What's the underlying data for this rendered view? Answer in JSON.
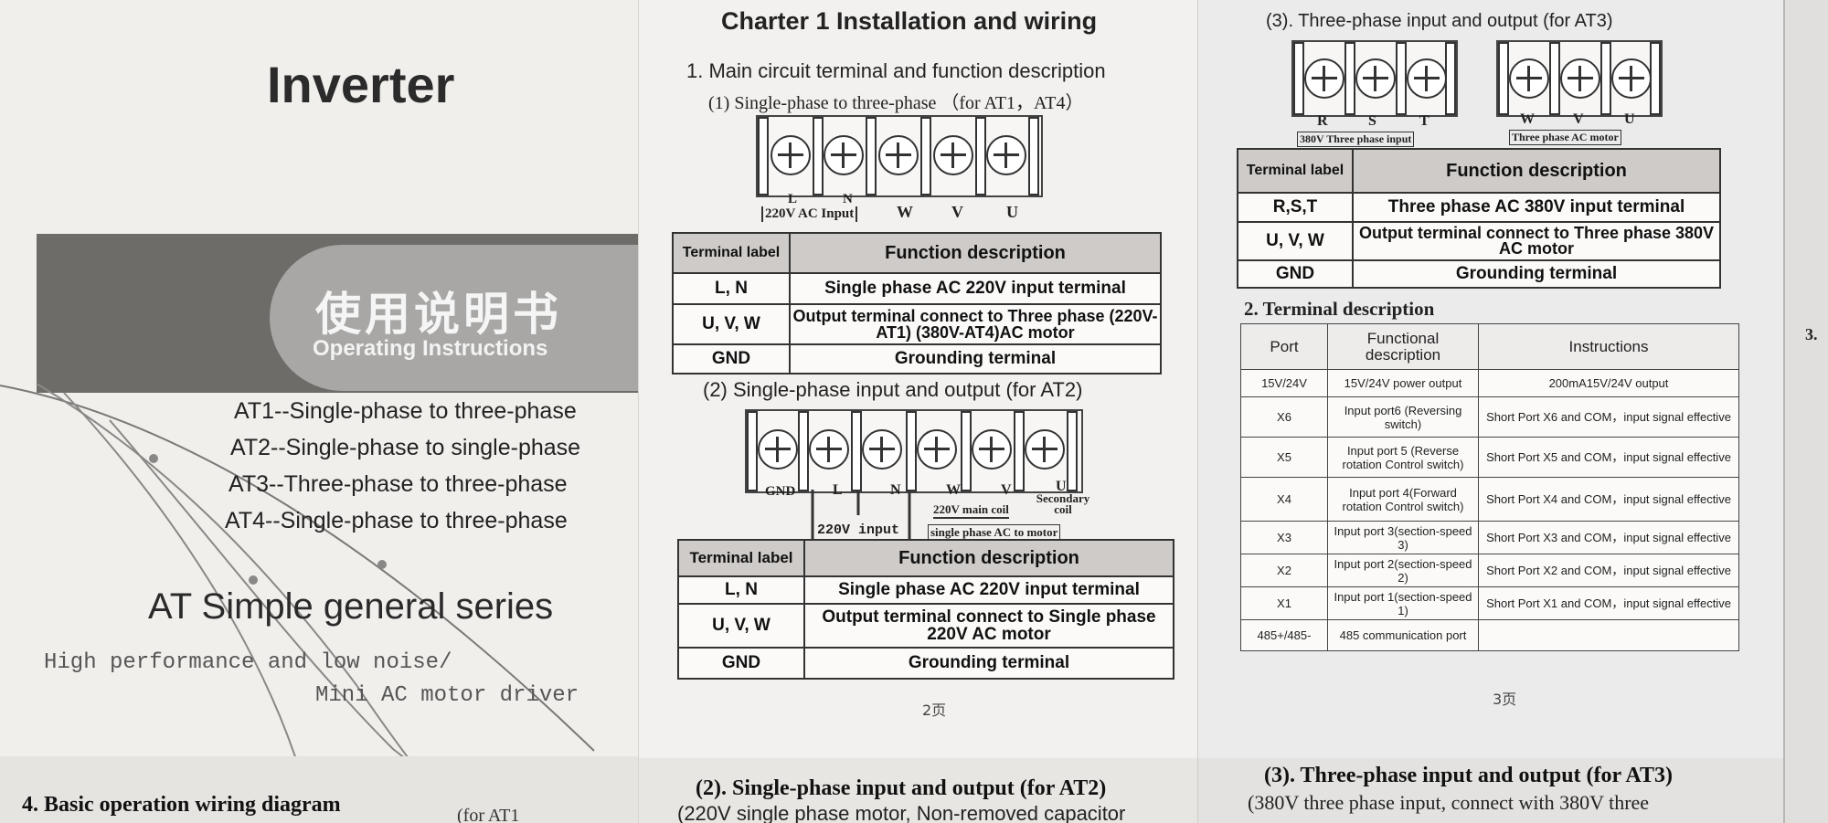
{
  "cover": {
    "title": "Inverter",
    "chinese_title": "使用说明书",
    "subtitle": "Operating Instructions",
    "models": [
      "AT1--Single-phase to three-phase",
      "AT2--Single-phase to single-phase",
      "AT3--Three-phase to three-phase",
      "AT4--Single-phase to three-phase"
    ],
    "series": "AT Simple general series",
    "tagline1": "High performance and low noise/",
    "tagline2": "Mini AC motor driver",
    "bottom_heading": "4. Basic operation wiring diagram",
    "bottom_cut": "(for AT1"
  },
  "mid": {
    "chapter": "Charter 1 Installation and wiring",
    "section1": "1. Main circuit terminal and function description",
    "sub1": "(1) Single-phase to three-phase （for AT1，AT4）",
    "diag1_labels": {
      "l": "L",
      "n": "N",
      "input": "220V AC Input",
      "w": "W",
      "v": "V",
      "u": "U"
    },
    "table1": {
      "h1": "Terminal label",
      "h2": "Function description",
      "rows": [
        {
          "label": "L, N",
          "desc": "Single phase AC 220V input terminal"
        },
        {
          "label": "U, V, W",
          "desc": "Output terminal connect to Three phase (220V-AT1) (380V-AT4)AC motor"
        },
        {
          "label": "GND",
          "desc": "Grounding terminal"
        }
      ]
    },
    "sub2": "(2) Single-phase input and output (for AT2)",
    "diag2_labels": {
      "gnd": "GND",
      "l": "L",
      "n": "N",
      "w": "W",
      "v": "V",
      "u": "U",
      "secondary": "Secondary coil",
      "main_coil": "220V main coil",
      "input": "220V input",
      "output": "single phase AC to motor"
    },
    "table2": {
      "h1": "Terminal label",
      "h2": "Function description",
      "rows": [
        {
          "label": "L, N",
          "desc": "Single phase AC 220V input terminal"
        },
        {
          "label": "U, V, W",
          "desc": "Output terminal connect to Single phase 220V AC motor"
        },
        {
          "label": "GND",
          "desc": "Grounding terminal"
        }
      ]
    },
    "page_no": "2页",
    "bottom_heading": "(2). Single-phase input and output (for AT2)",
    "bottom_line": "(220V single phase motor, Non-removed capacitor"
  },
  "right": {
    "sub3": "(3). Three-phase input and output (for AT3)",
    "diag3_labels": {
      "r": "R",
      "s": "S",
      "t": "T",
      "w": "W",
      "v": "V",
      "u": "U",
      "input": "380V Three phase input",
      "output": "Three phase AC motor"
    },
    "table3": {
      "h1": "Terminal label",
      "h2": "Function description",
      "rows": [
        {
          "label": "R,S,T",
          "desc": "Three phase AC 380V input terminal"
        },
        {
          "label": "U, V, W",
          "desc": "Output terminal connect to Three phase 380V AC motor"
        },
        {
          "label": "GND",
          "desc": "Grounding terminal"
        }
      ]
    },
    "section2": "2. Terminal description",
    "port_table": {
      "h1": "Port",
      "h2": "Functional description",
      "h3": "Instructions",
      "rows": [
        {
          "port": "15V/24V",
          "func": "15V/24V power output",
          "instr": "200mA15V/24V output"
        },
        {
          "port": "X6",
          "func": "Input port6 (Reversing switch)",
          "instr": "Short Port X6 and COM，input signal effective"
        },
        {
          "port": "X5",
          "func": "Input port 5 (Reverse rotation Control switch)",
          "instr": "Short Port X5 and COM，input signal effective"
        },
        {
          "port": "X4",
          "func": "Input port 4(Forward rotation Control switch)",
          "instr": "Short Port X4 and COM，input signal effective"
        },
        {
          "port": "X3",
          "func": "Input port 3(section-speed 3)",
          "instr": "Short Port X3 and COM，input signal effective"
        },
        {
          "port": "X2",
          "func": "Input port 2(section-speed 2)",
          "instr": "Short Port X2 and COM，input signal effective"
        },
        {
          "port": "X1",
          "func": "Input port 1(section-speed 1)",
          "instr": "Short Port X1 and COM，input signal effective"
        },
        {
          "port": "485+/485-",
          "func": "485 communication port",
          "instr": ""
        }
      ]
    },
    "page_no": "3页",
    "bottom_heading": "(3). Three-phase input and output (for AT3)",
    "bottom_line": "(380V three phase input, connect with 380V three",
    "edge_mark": "3."
  }
}
